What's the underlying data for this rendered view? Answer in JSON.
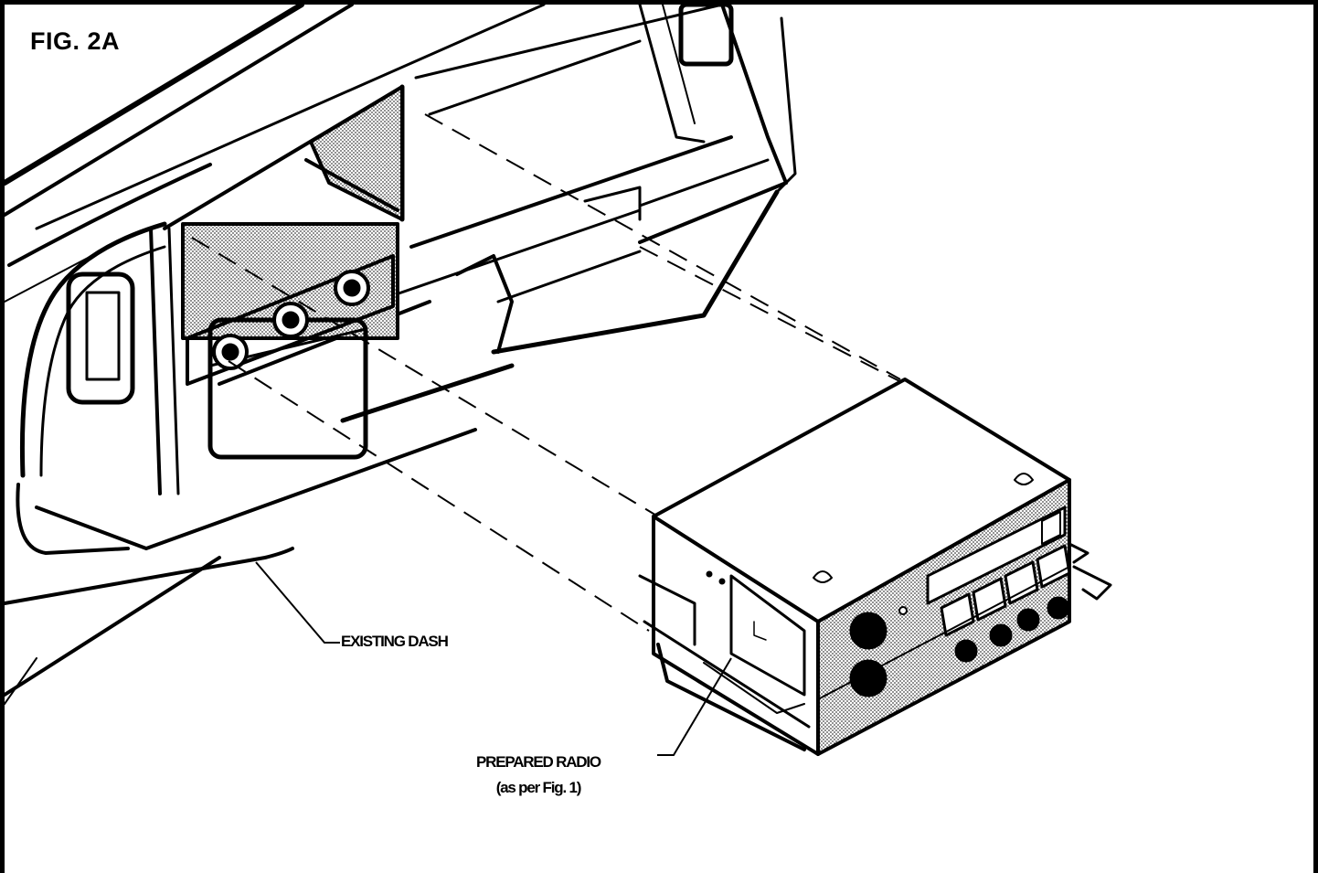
{
  "figure": {
    "title": "FIG. 2A"
  },
  "callouts": {
    "existing_dash": "EXISTING DASH",
    "prepared_radio_line1": "PREPARED RADIO",
    "prepared_radio_line2": "(as per Fig. 1)"
  },
  "colors": {
    "ink": "#000000",
    "paper": "#ffffff",
    "stipple": "#9a9a9a"
  }
}
